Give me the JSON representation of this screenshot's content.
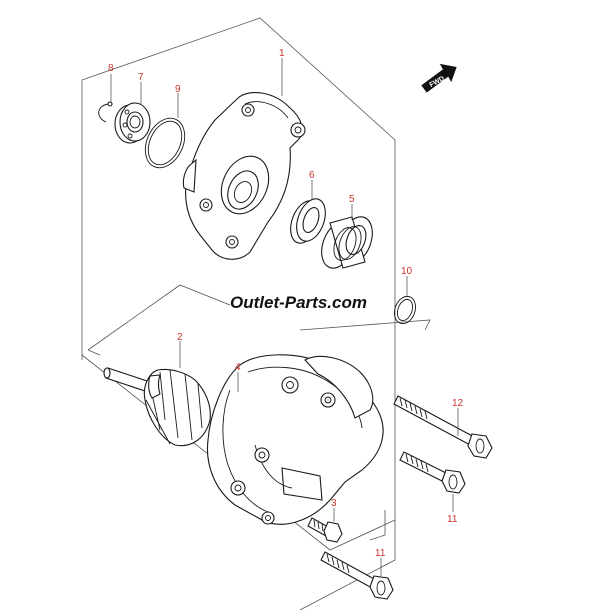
{
  "watermark": "Outlet-Parts.com",
  "fwd_label": "FWD",
  "colors": {
    "callout": "#c8322c",
    "line": "#1a1a1a",
    "background": "#ffffff"
  },
  "callouts": [
    {
      "id": "c8",
      "label": "8"
    },
    {
      "id": "c7",
      "label": "7"
    },
    {
      "id": "c9",
      "label": "9"
    },
    {
      "id": "c1",
      "label": "1"
    },
    {
      "id": "c6",
      "label": "6"
    },
    {
      "id": "c5",
      "label": "5"
    },
    {
      "id": "c10",
      "label": "10"
    },
    {
      "id": "c2",
      "label": "2"
    },
    {
      "id": "c4",
      "label": "4"
    },
    {
      "id": "c12",
      "label": "12"
    },
    {
      "id": "c3",
      "label": "3"
    },
    {
      "id": "c11a",
      "label": "11"
    },
    {
      "id": "c11b",
      "label": "11"
    }
  ]
}
